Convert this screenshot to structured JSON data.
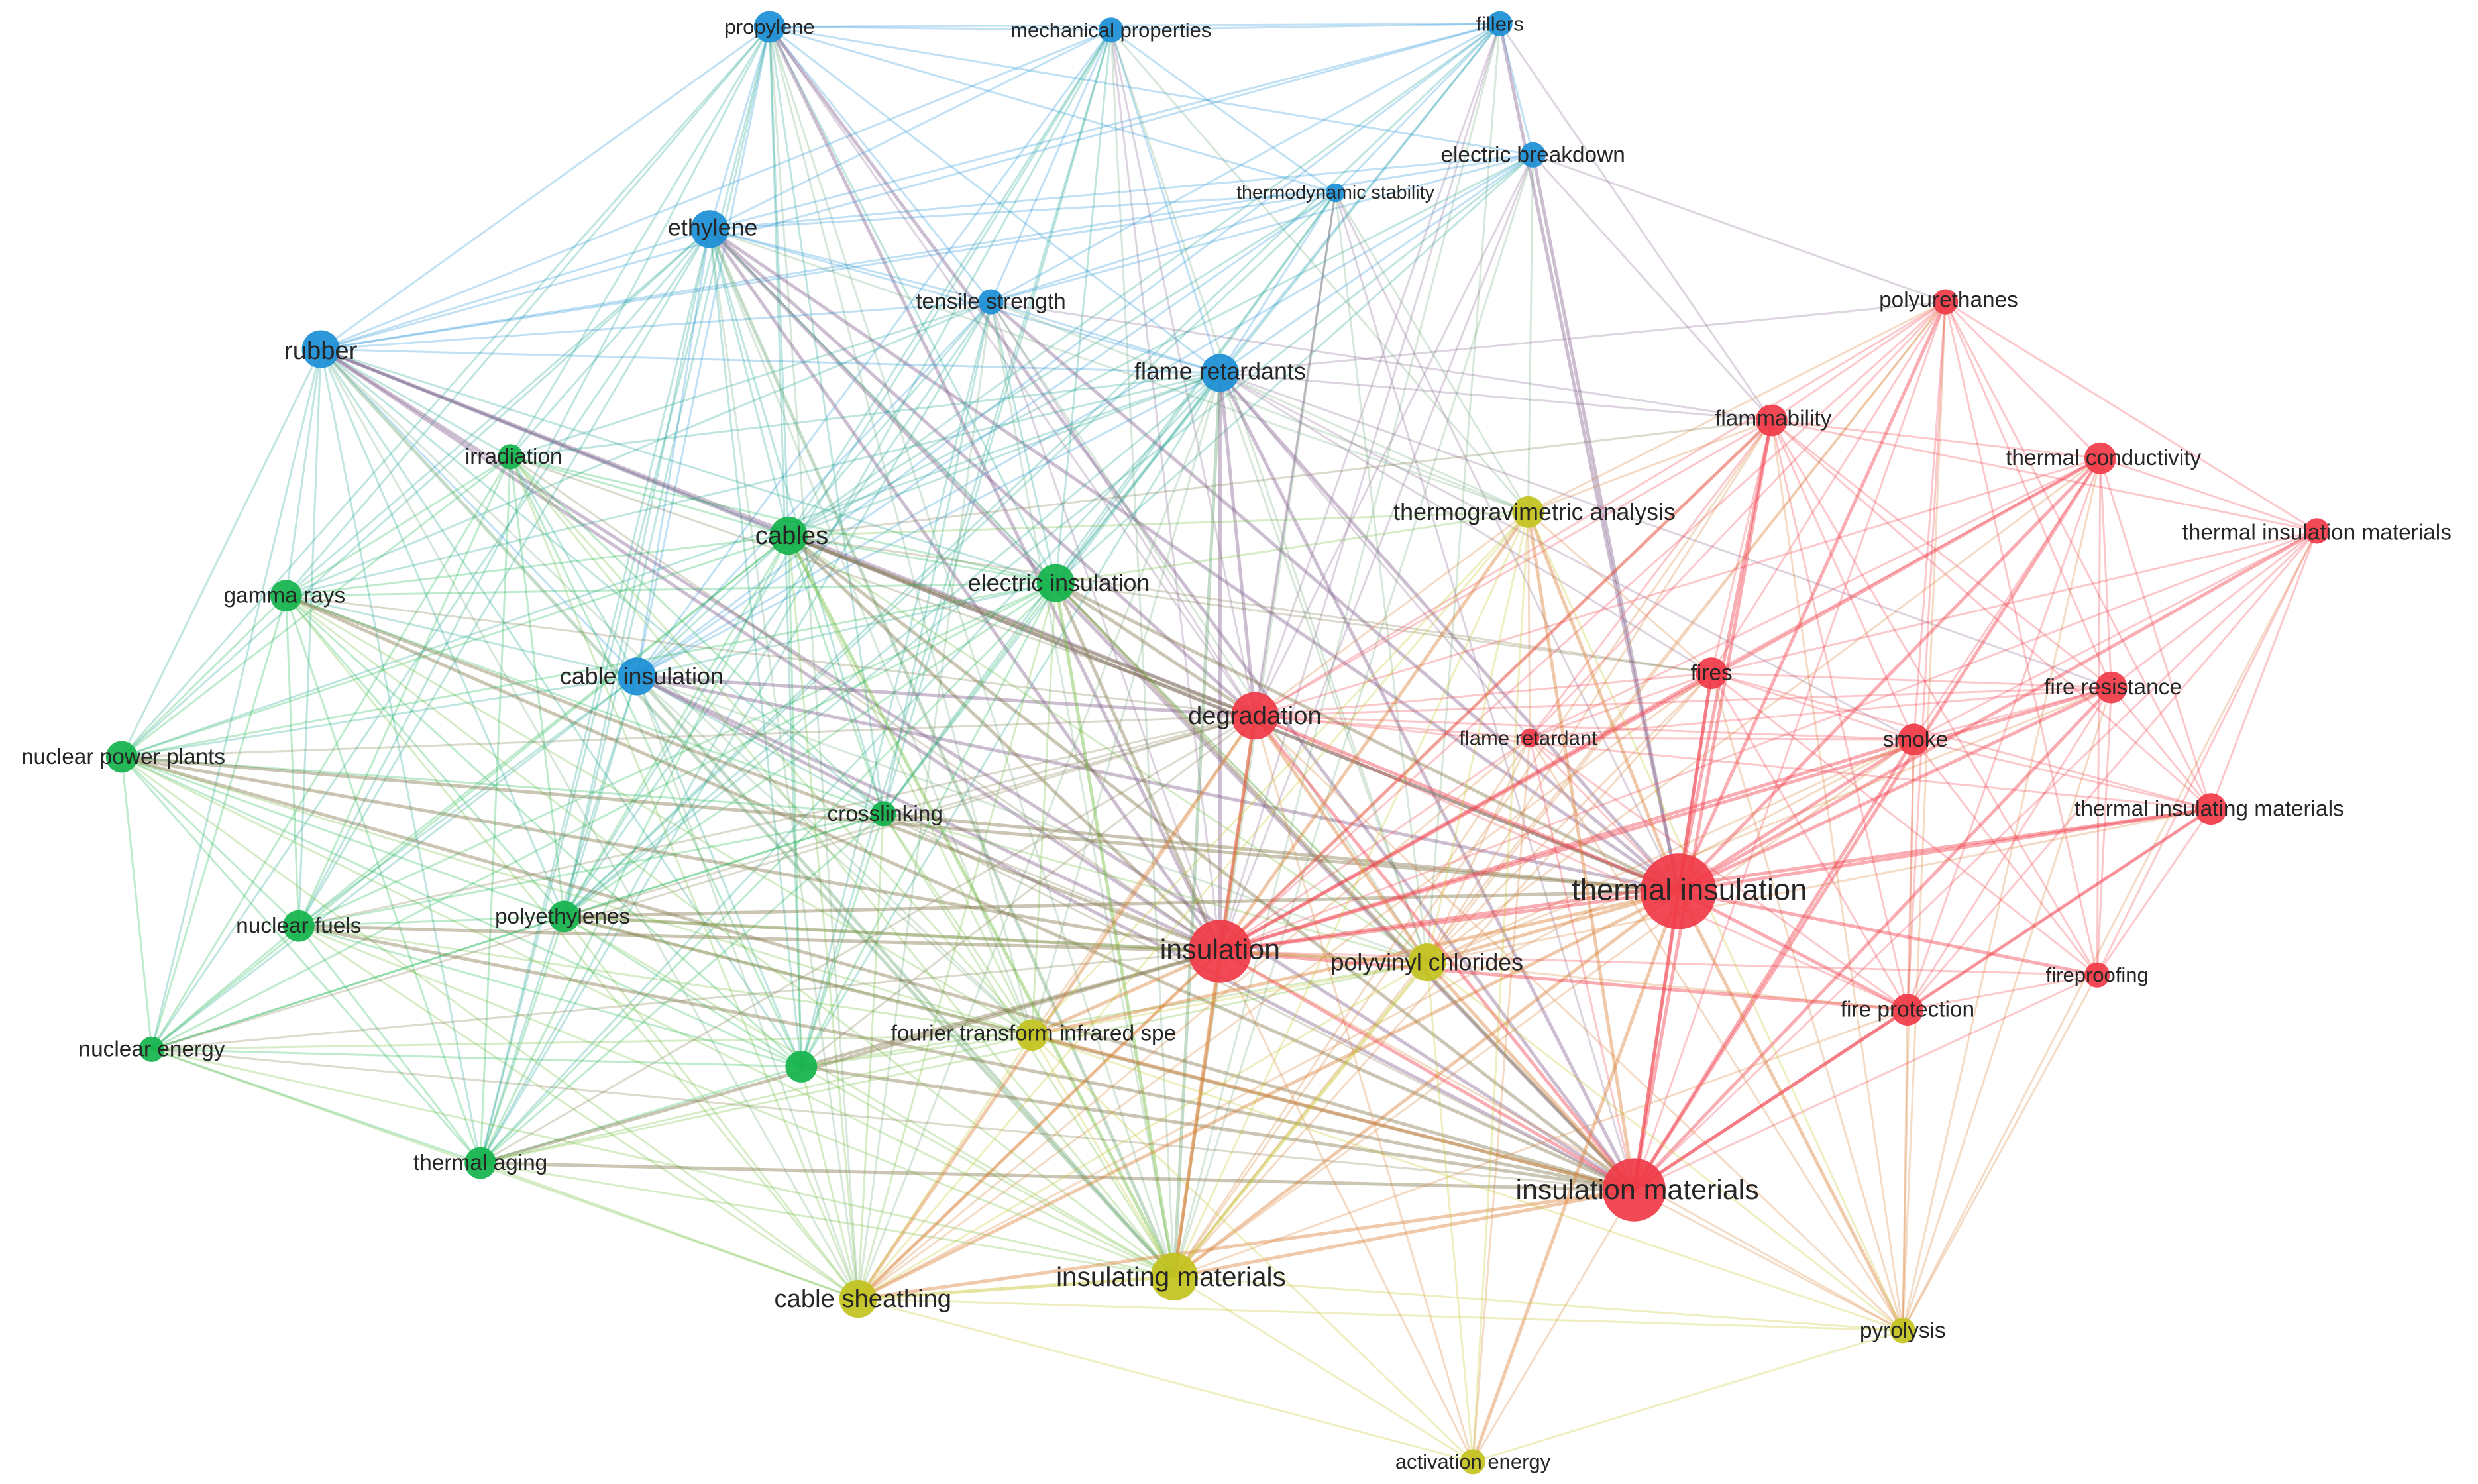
{
  "clusters": {
    "red": "#f03a47",
    "green": "#14b34c",
    "blue": "#1b8fd6",
    "yellow": "#c2c21e"
  },
  "nodes": [
    {
      "id": "propylene",
      "label": "propylene",
      "cluster": "blue",
      "weight": 2
    },
    {
      "id": "mechanical_properties",
      "label": "mechanical properties",
      "cluster": "blue",
      "weight": 1
    },
    {
      "id": "fillers",
      "label": "fillers",
      "cluster": "blue",
      "weight": 1
    },
    {
      "id": "electric_breakdown",
      "label": "electric breakdown",
      "cluster": "blue",
      "weight": 1
    },
    {
      "id": "thermodynamic_stability",
      "label": "thermodynamic stability",
      "cluster": "blue",
      "weight": 0
    },
    {
      "id": "ethylene",
      "label": "ethylene",
      "cluster": "blue",
      "weight": 3
    },
    {
      "id": "tensile_strength",
      "label": "tensile strength",
      "cluster": "blue",
      "weight": 1
    },
    {
      "id": "rubber",
      "label": "rubber",
      "cluster": "blue",
      "weight": 3
    },
    {
      "id": "flame_retardants",
      "label": "flame retardants",
      "cluster": "blue",
      "weight": 3
    },
    {
      "id": "cable_insulation",
      "label": "cable insulation",
      "cluster": "blue",
      "weight": 3
    },
    {
      "id": "irradiation",
      "label": "irradiation",
      "cluster": "green",
      "weight": 1
    },
    {
      "id": "cables",
      "label": "cables",
      "cluster": "green",
      "weight": 3
    },
    {
      "id": "gamma_rays",
      "label": "gamma rays",
      "cluster": "green",
      "weight": 2
    },
    {
      "id": "electric_insulation",
      "label": "electric insulation",
      "cluster": "green",
      "weight": 3
    },
    {
      "id": "nuclear_power_plants",
      "label": "nuclear power plants",
      "cluster": "green",
      "weight": 2
    },
    {
      "id": "crosslinking",
      "label": "crosslinking",
      "cluster": "green",
      "weight": 1
    },
    {
      "id": "nuclear_fuels",
      "label": "nuclear fuels",
      "cluster": "green",
      "weight": 2
    },
    {
      "id": "polyethylenes",
      "label": "polyethylenes",
      "cluster": "green",
      "weight": 2
    },
    {
      "id": "nuclear_energy",
      "label": "nuclear energy",
      "cluster": "green",
      "weight": 1
    },
    {
      "id": "unlabeled_green",
      "label": "",
      "cluster": "green",
      "weight": 2
    },
    {
      "id": "thermal_aging",
      "label": "thermal aging",
      "cluster": "green",
      "weight": 2
    },
    {
      "id": "polyurethanes",
      "label": "polyurethanes",
      "cluster": "red",
      "weight": 1
    },
    {
      "id": "flammability",
      "label": "flammability",
      "cluster": "red",
      "weight": 2
    },
    {
      "id": "thermal_conductivity",
      "label": "thermal conductivity",
      "cluster": "red",
      "weight": 2
    },
    {
      "id": "thermal_insulation_materials",
      "label": "thermal insulation materials",
      "cluster": "red",
      "weight": 1
    },
    {
      "id": "fires",
      "label": "fires",
      "cluster": "red",
      "weight": 2
    },
    {
      "id": "fire_resistance",
      "label": "fire resistance",
      "cluster": "red",
      "weight": 2
    },
    {
      "id": "degradation",
      "label": "degradation",
      "cluster": "red",
      "weight": 4
    },
    {
      "id": "flame_retardant",
      "label": "flame retardant",
      "cluster": "red",
      "weight": 0
    },
    {
      "id": "smoke",
      "label": "smoke",
      "cluster": "red",
      "weight": 2
    },
    {
      "id": "thermal_insulating_materials",
      "label": "thermal insulating materials",
      "cluster": "red",
      "weight": 2
    },
    {
      "id": "thermal_insulation",
      "label": "thermal insulation",
      "cluster": "red",
      "weight": 6
    },
    {
      "id": "insulation",
      "label": "insulation",
      "cluster": "red",
      "weight": 5
    },
    {
      "id": "fireproofing",
      "label": "fireproofing",
      "cluster": "red",
      "weight": 1
    },
    {
      "id": "fire_protection",
      "label": "fire protection",
      "cluster": "red",
      "weight": 2
    },
    {
      "id": "insulation_materials",
      "label": "insulation materials",
      "cluster": "red",
      "weight": 5
    },
    {
      "id": "thermogravimetric_analysis",
      "label": "thermogravimetric analysis",
      "cluster": "yellow",
      "weight": 2
    },
    {
      "id": "polyvinyl_chlorides",
      "label": "polyvinyl chlorides",
      "cluster": "yellow",
      "weight": 3
    },
    {
      "id": "ftir",
      "label": "fourier transform infrared spe",
      "cluster": "yellow",
      "weight": 2
    },
    {
      "id": "insulating_materials",
      "label": "insulating materials",
      "cluster": "yellow",
      "weight": 4
    },
    {
      "id": "cable_sheathing",
      "label": "cable sheathing",
      "cluster": "yellow",
      "weight": 3
    },
    {
      "id": "pyrolysis",
      "label": "pyrolysis",
      "cluster": "yellow",
      "weight": 1
    },
    {
      "id": "activation_energy",
      "label": "activation energy",
      "cluster": "yellow",
      "weight": 1
    }
  ]
}
